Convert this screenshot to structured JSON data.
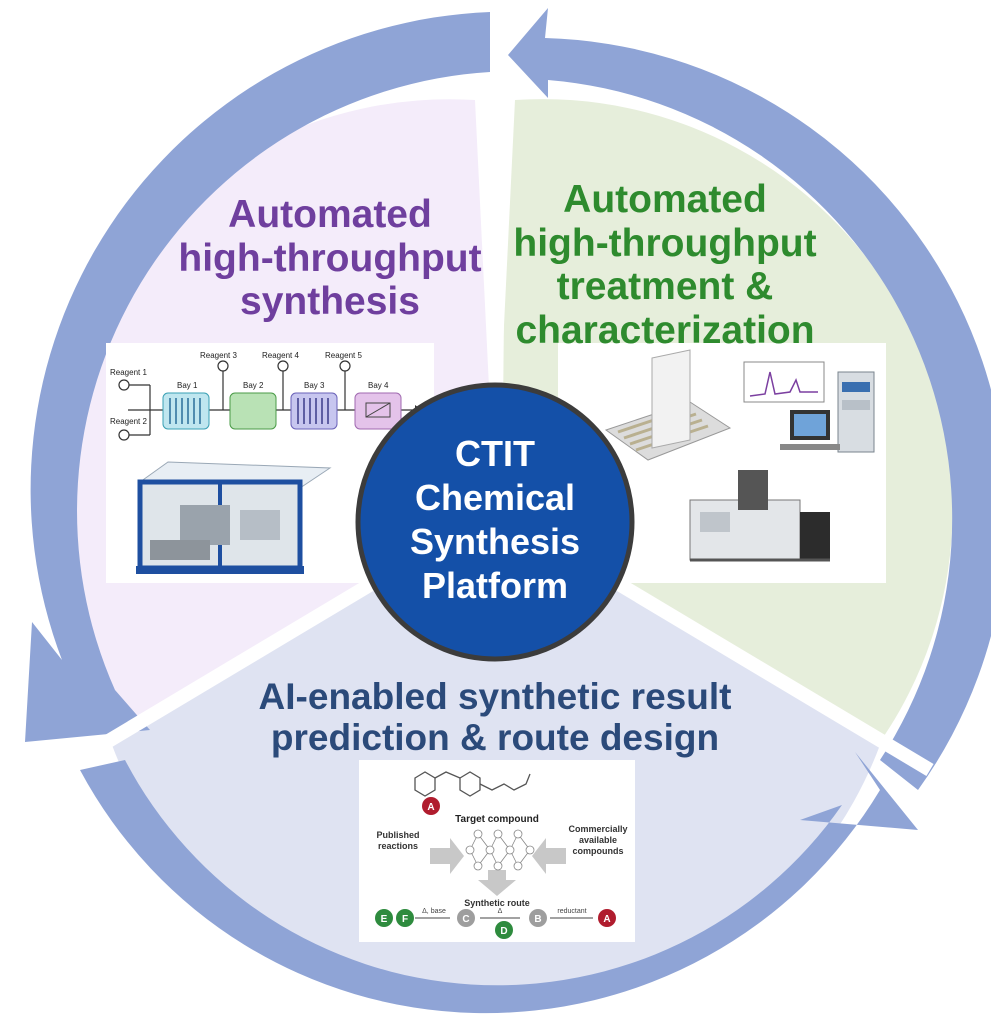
{
  "center": {
    "lines": [
      "CTIT",
      "Chemical",
      "Synthesis",
      "Platform"
    ],
    "fill": "#1450a8",
    "border": "#3c3c3c"
  },
  "colors": {
    "arrow": "#8fa4d6",
    "synthesis_bg": "#f4ecfa",
    "treatment_bg": "#e6eedb",
    "ai_bg": "#dfe3f2"
  },
  "synthesis": {
    "title_lines": [
      "Automated",
      "high-throughput",
      "synthesis"
    ],
    "title_color": "#6f3f9e",
    "flow": {
      "reagents": [
        "Reagent 1",
        "Reagent 2",
        "Reagent 3",
        "Reagent 4",
        "Reagent 5"
      ],
      "bays": [
        "Bay 1",
        "Bay 2",
        "Bay 3",
        "Bay 4"
      ]
    },
    "robot_icon": "automated-synthesis-robot"
  },
  "treatment": {
    "title_lines": [
      "Automated",
      "high-throughput",
      "treatment &",
      "characterization"
    ],
    "title_color": "#2e8b2e",
    "instrument_icons": [
      "well-plate-icon",
      "hplc-workstation-icon",
      "gc-ms-instrument-icon"
    ]
  },
  "ai": {
    "title_lines": [
      "AI-enabled synthetic result",
      "prediction & route design"
    ],
    "title_color": "#2b4a7a",
    "target_label": "Target compound",
    "left_label": [
      "Published",
      "reactions"
    ],
    "right_label": [
      "Commercially",
      "available",
      "compounds"
    ],
    "route_label": "Synthetic route",
    "route_nodes": [
      "E",
      "F",
      "C",
      "D",
      "B",
      "A"
    ],
    "target_node": "A",
    "arrow_labels": [
      "Δ, base",
      "Δ",
      "reductant"
    ]
  }
}
